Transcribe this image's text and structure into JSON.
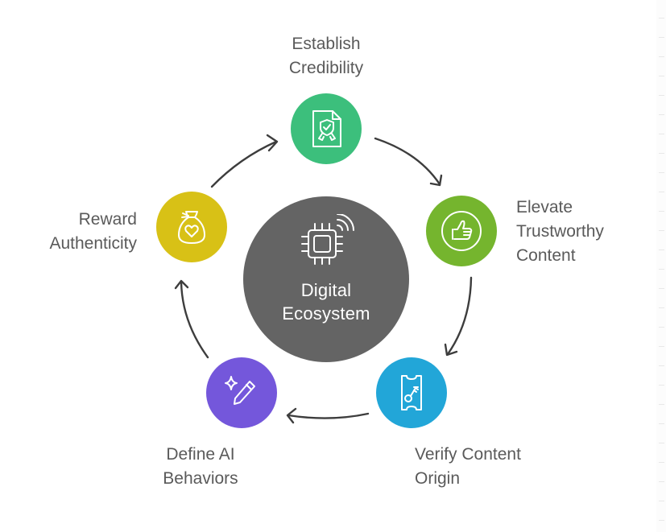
{
  "diagram": {
    "type": "cycle",
    "center": {
      "label_line1": "Digital",
      "label_line2": "Ecosystem",
      "icon": "chip-wireless-icon",
      "color": "#646464"
    },
    "steps": [
      {
        "id": "establish-credibility",
        "label_line1": "Establish",
        "label_line2": "Credibility",
        "icon": "certificate-document-icon",
        "color": "#3cbf7c"
      },
      {
        "id": "elevate-trustworthy-content",
        "label_line1": "Elevate",
        "label_line2": "Trustworthy",
        "label_line3": "Content",
        "icon": "thumbs-up-icon",
        "color": "#75b52e"
      },
      {
        "id": "verify-content-origin",
        "label_line1": "Verify Content",
        "label_line2": "Origin",
        "icon": "ticket-key-icon",
        "color": "#22a6d8"
      },
      {
        "id": "define-ai-behaviors",
        "label_line1": "Define AI",
        "label_line2": "Behaviors",
        "icon": "sparkle-pencil-icon",
        "color": "#7457db"
      },
      {
        "id": "reward-authenticity",
        "label_line1": "Reward",
        "label_line2": "Authenticity",
        "icon": "money-bag-heart-icon",
        "color": "#d8c116"
      }
    ],
    "flow_direction": "clockwise",
    "arrow_color": "#3d3d3d",
    "label_color": "#5a5a5a"
  }
}
